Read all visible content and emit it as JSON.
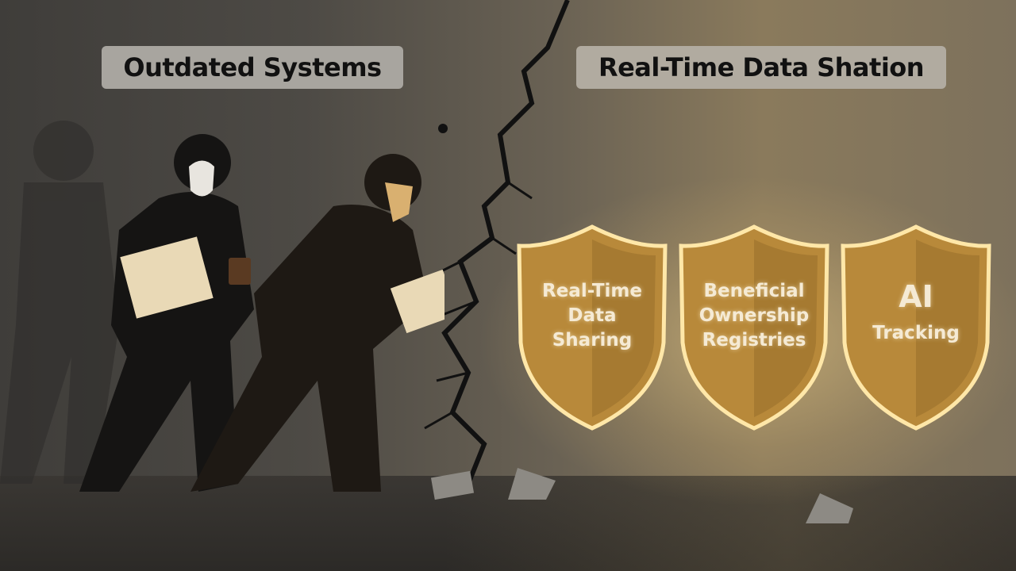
{
  "scene": {
    "description": "Illustration of two masked figures slipping through a cracked wall from outdated systems toward glowing golden shields",
    "labels": {
      "left": "Outdated Systems",
      "right": "Real-Time Data Shation"
    },
    "shields": [
      {
        "lines": [
          "Real-Time",
          "Data",
          "Sharing"
        ]
      },
      {
        "lines": [
          "Beneficial",
          "Ownership",
          "Registries"
        ]
      },
      {
        "lines": [
          "AI",
          "Tracking"
        ]
      }
    ],
    "colors": {
      "shield_gold": "#c79a3c",
      "shield_glow": "#ffe7a8",
      "label_bg": "#a8a59f",
      "wall_dark": "#3f3d3a",
      "wall_light": "#8a7a5c"
    }
  }
}
